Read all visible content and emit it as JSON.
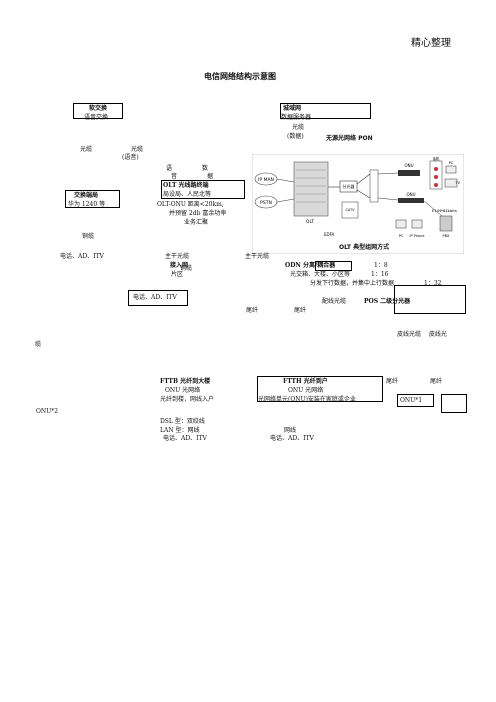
{
  "header": {
    "text": "精心整理"
  },
  "title": "电信网络结构示意图",
  "left": {
    "softswitch_title": "软交换",
    "softswitch_sub": "语音交换",
    "optical_left": "光缆",
    "optical_right": "光缆",
    "voice_paren": "(语音)",
    "switch_title": "交换端局",
    "switch_sub": "华为 1240 等",
    "copper": "铜缆",
    "services_left": "电话、AD、ITV",
    "trunk_left": "主干光缆",
    "access": "接入网",
    "area": "片区",
    "copper2": "铜缆",
    "box_services": "电话、AD、ITV",
    "cable_frag": "缆",
    "onu2": "ONU*2"
  },
  "middle": {
    "voice_data_top": "语　　　　　数",
    "voice_data_bottom": "音　　　　　据",
    "olt_title": "OLT 光线路终端",
    "olt_line1": "局设局、人民北等",
    "olt_line2": "OLT-ONU 距离<20km,",
    "olt_line3": "并预留 2db 富余功率",
    "olt_line4": "业务汇聚"
  },
  "right": {
    "metro_title": "城域网",
    "data_server": "数据服务器",
    "optical": "光缆",
    "data_paren": "(数据)",
    "pon_title": "无源光网络 PON",
    "olt_typical": "OLT 典型组网方式",
    "trunk_right": "主干光缆",
    "odn": "ODN 分离/耦合器",
    "ratio1": "1：8",
    "sites": "光交箱、大楼、小区等",
    "ratio2": "1：16",
    "downstream": "分发下行数据，并集中上行数据",
    "ratio3": "1：32",
    "distribution": "配线光缆",
    "pos": "POS 二级分光器",
    "pigtail1": "尾纤",
    "pigtail2": "尾纤",
    "leather": "皮线光缆　 皮线光"
  },
  "bottom": {
    "fttb_title": "FTTB 光纤到大楼",
    "fttb_line1": "ONU 光网络",
    "fttb_line2": "光纤到楼，网线入户",
    "ftth_title": "FTTH 光纤到户",
    "ftth_line1": "ONU 光网络",
    "ftth_line2": "光网络单元(ONU)安装在家庭或企业",
    "pigtail3": "尾纤",
    "pigtail4": "尾纤",
    "onu1": "ONU*1",
    "dsl": "DSL 型：双绞线",
    "lan": "LAN 型：网线",
    "network": "网线",
    "services_b1": "电话、AD、ITV",
    "services_b2": "电话、AD、ITV"
  },
  "figure": {
    "ip_man": "IP MAN",
    "pstn": "PSTN",
    "olt": "OLT",
    "splitter": "分光器",
    "onu_a": "ONU",
    "onu_b": "ONU",
    "phone": "话机",
    "pc": "PC",
    "tv": "TV",
    "catv": "CATV",
    "edfa": "EDFA",
    "e1": "E1/N*64kbits",
    "pbx": "PBX",
    "ip_phone": "IP Phone",
    "pc2": "PC"
  }
}
